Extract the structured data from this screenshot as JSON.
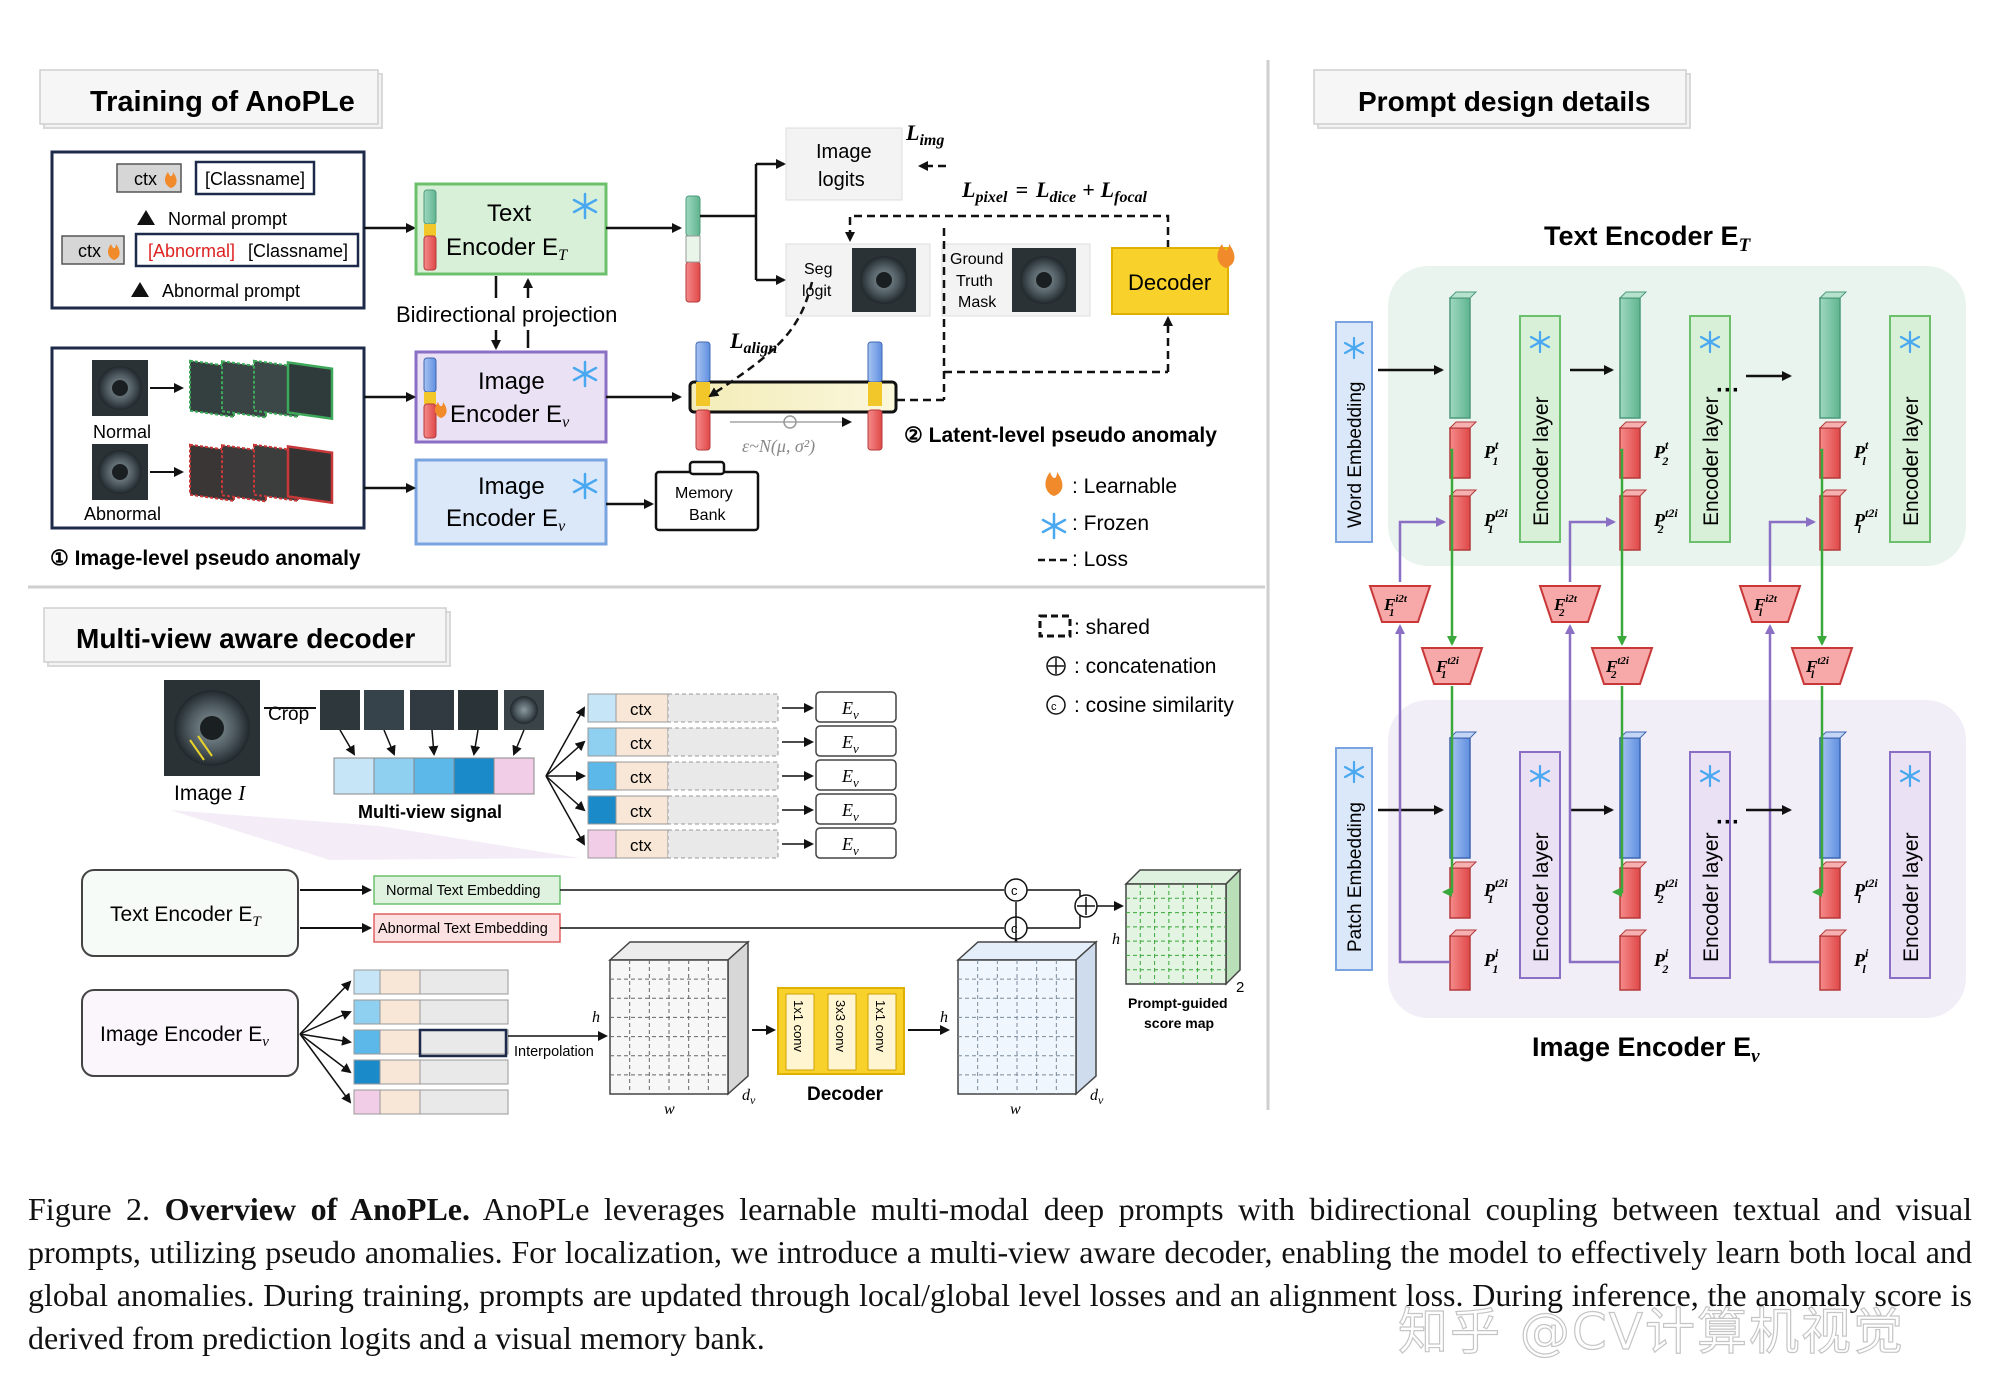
{
  "panels": {
    "training": {
      "title": "Training of AnoPLe",
      "normal_prompt": {
        "ctx": "ctx",
        "classname": "[Classname]",
        "label": "Normal prompt"
      },
      "abnormal_prompt": {
        "ctx": "ctx",
        "abnormal": "[Abnormal]",
        "classname": "[Classname]",
        "label": "Abnormal prompt"
      },
      "text_encoder": {
        "line1": "Text",
        "line2": "Encoder E",
        "sub": "T"
      },
      "bidirectional": "Bidirectional projection",
      "image_encoder_learn": {
        "line1": "Image",
        "line2": "Encoder E",
        "sub": "v"
      },
      "image_encoder_frozen": {
        "line1": "Image",
        "line2": "Encoder E",
        "sub": "v"
      },
      "normal_label": "Normal",
      "abnormal_label": "Abnormal",
      "image_level": "① Image-level pseudo anomaly",
      "image_logits": {
        "line1": "Image",
        "line2": "logits"
      },
      "seg_logit": {
        "line1": "Seg",
        "line2": "logit"
      },
      "ground_truth": {
        "line1": "Ground",
        "line2": "Truth",
        "line3": "Mask"
      },
      "decoder": "Decoder",
      "memory_bank": {
        "line1": "Memory",
        "line2": "Bank"
      },
      "latent_level": "② Latent-level pseudo anomaly",
      "noise": "ε~N(μ, σ²)",
      "loss_img": "L",
      "loss_img_sub": "img",
      "loss_pixel": "L",
      "loss_pixel_sub": "pixel",
      "loss_eq": "=",
      "loss_dice": "L",
      "loss_dice_sub": "dice",
      "loss_plus": "+",
      "loss_focal": "L",
      "loss_focal_sub": "focal",
      "loss_align": "L",
      "loss_align_sub": "align",
      "legend": {
        "learnable": ": Learnable",
        "frozen": ": Frozen",
        "loss": ": Loss"
      }
    },
    "multiview": {
      "title": "Multi-view aware decoder",
      "legend": {
        "shared": ": shared",
        "concat": ": concatenation",
        "cosine": ": cosine similarity"
      },
      "crop": "Crop",
      "image_label": "Image ",
      "image_var": "I",
      "signal": "Multi-view signal",
      "ctx_rows": [
        "ctx",
        "ctx",
        "ctx",
        "ctx",
        "ctx"
      ],
      "ev_label": "E",
      "ev_sub": "v",
      "text_encoder": {
        "label": "Text Encoder E",
        "sub": "T"
      },
      "image_encoder": {
        "label": "Image Encoder E",
        "sub": "v"
      },
      "normal_text": "Normal Text Embedding",
      "abnormal_text": "Abnormal Text Embedding",
      "interpolation": "Interpolation",
      "decoder": "Decoder",
      "conv": [
        "1x1 conv",
        "3x3 conv",
        "1x1 conv"
      ],
      "h": "h",
      "w": "w",
      "dv": "d",
      "dv_sub": "v",
      "two": "2",
      "score_map": {
        "line1": "Prompt-guided",
        "line2": "score map"
      }
    },
    "prompt": {
      "title": "Prompt design details",
      "text_encoder": "Text Encoder E",
      "text_encoder_sub": "T",
      "image_encoder": "Image Encoder E",
      "image_encoder_sub": "v",
      "word_embedding": "Word Embedding",
      "patch_embedding": "Patch Embedding",
      "encoder_layer": "Encoder layer",
      "dots": "···",
      "text_prompts": [
        {
          "p": "P",
          "sup": "t",
          "sub": "1",
          "p2": "P",
          "sup2": "t2i",
          "sub2": "1"
        },
        {
          "p": "P",
          "sup": "t",
          "sub": "2",
          "p2": "P",
          "sup2": "t2i",
          "sub2": "2"
        },
        {
          "p": "P",
          "sup": "t",
          "sub": "l",
          "p2": "P",
          "sup2": "t2i",
          "sub2": "l"
        }
      ],
      "image_prompts": [
        {
          "p": "P",
          "sup": "t2i",
          "sub": "1",
          "p2": "P",
          "sup2": "i",
          "sub2": "1"
        },
        {
          "p": "P",
          "sup": "t2i",
          "sub": "2",
          "p2": "P",
          "sup2": "i",
          "sub2": "2"
        },
        {
          "p": "P",
          "sup": "t2i",
          "sub": "l",
          "p2": "P",
          "sup2": "i",
          "sub2": "l"
        }
      ],
      "f_i2t": [
        {
          "f": "F",
          "sup": "i2t",
          "sub": "1"
        },
        {
          "f": "F",
          "sup": "i2t",
          "sub": "2"
        },
        {
          "f": "F",
          "sup": "i2t",
          "sub": "l"
        }
      ],
      "f_t2i": [
        {
          "f": "F",
          "sup": "t2i",
          "sub": "1"
        },
        {
          "f": "F",
          "sup": "t2i",
          "sub": "2"
        },
        {
          "f": "F",
          "sup": "t2i",
          "sub": "l"
        }
      ]
    }
  },
  "caption": {
    "figure": "Figure 2. ",
    "bold": "Overview of AnoPLe.",
    "text": " AnoPLe leverages learnable multi-modal deep prompts with bidirectional coupling between textual and visual prompts, utilizing pseudo anomalies. For localization, we introduce a multi-view aware decoder, enabling the model to effectively learn both local and global anomalies. During training, prompts are updated through local/global level losses and an alignment loss. During inference, the anomaly score is derived from prediction logits and a visual memory bank."
  },
  "watermark": "知乎 @CV计算机视觉",
  "colors": {
    "green_fill": "#d8f0d8",
    "green_stroke": "#6cc06c",
    "blue_fill": "#dbe8fa",
    "blue_stroke": "#7aa4e0",
    "red": "#e8474a",
    "yellow": "#f8d22a",
    "purple": "#9a7fcf"
  }
}
